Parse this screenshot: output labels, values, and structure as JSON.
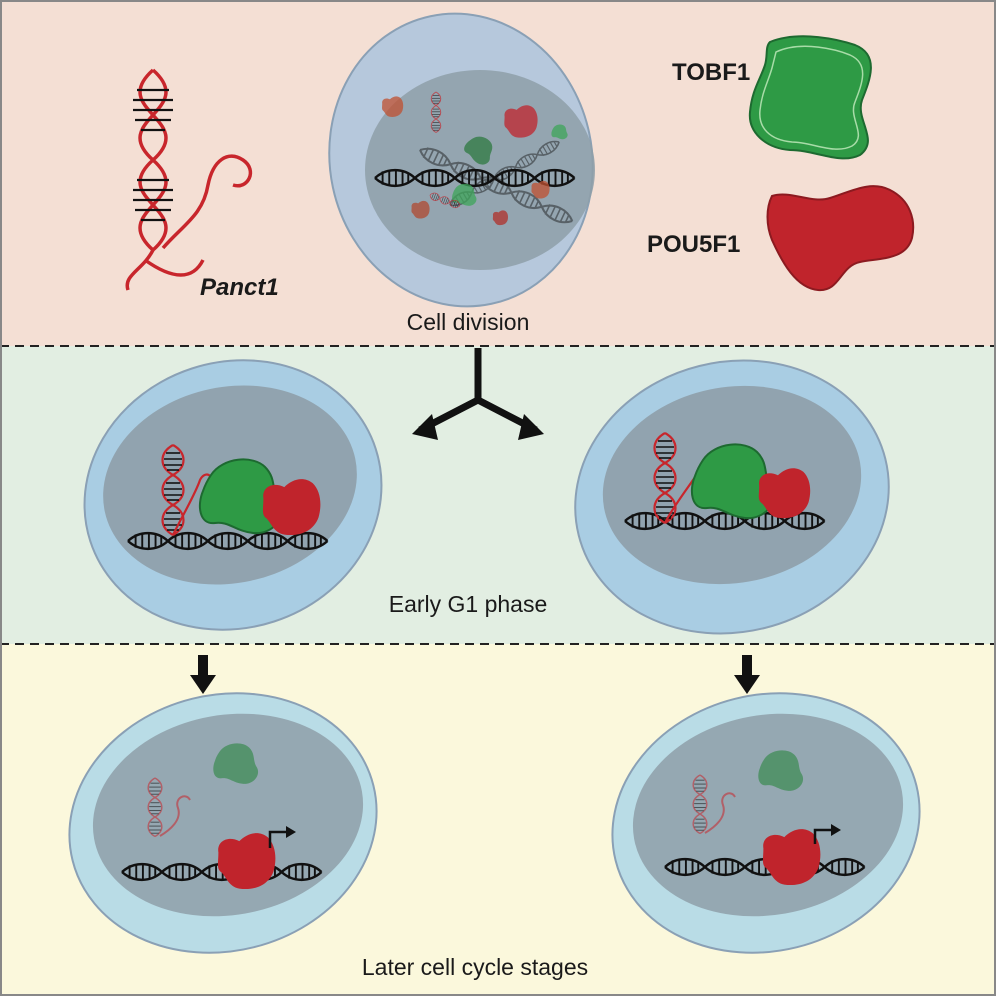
{
  "legend": {
    "lncrna_label": "Panct1",
    "protein1_label": "TOBF1",
    "protein2_label": "POU5F1"
  },
  "stages": {
    "division": "Cell division",
    "early_g1": "Early G1 phase",
    "later": "Later cell cycle stages"
  },
  "colors": {
    "panel_top": "#f4dfd4",
    "panel_middle": "#e2eee2",
    "panel_bottom": "#fbf8dc",
    "tobf1_green": "#2e9a45",
    "pou5f1_red": "#c0242c",
    "rna_red": "#c8262c",
    "cytoplasm_blue": "#a9cde3",
    "nucleus_grey": "#8e9fa8"
  }
}
